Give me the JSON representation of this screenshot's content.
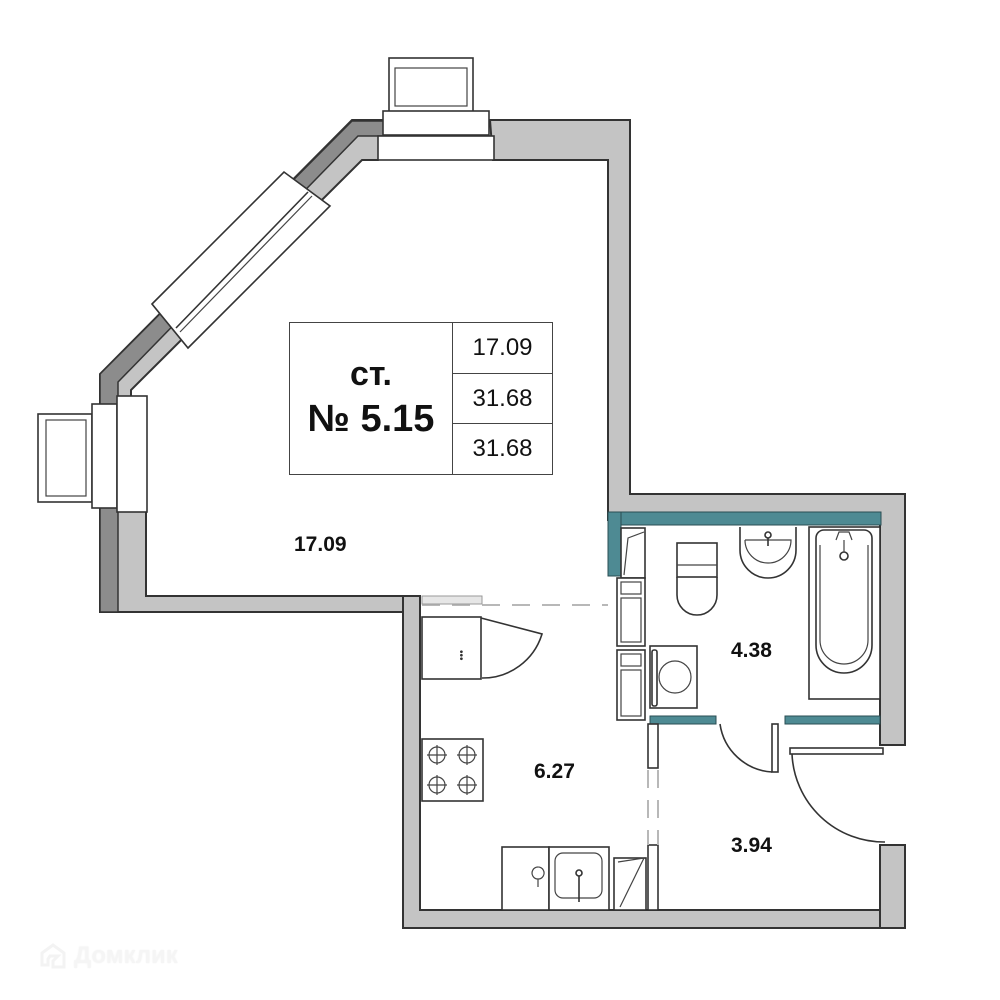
{
  "apartment": {
    "type_label": "ст.",
    "number_label": "№ 5.15",
    "areas_summary": [
      "17.09",
      "31.68",
      "31.68"
    ]
  },
  "rooms": [
    {
      "name": "living-room",
      "area": "17.09"
    },
    {
      "name": "bathroom",
      "area": "4.38"
    },
    {
      "name": "kitchen",
      "area": "6.27"
    },
    {
      "name": "hallway",
      "area": "3.94"
    }
  ],
  "watermark": {
    "brand": "Домклик",
    "icon": "house-logo-icon"
  },
  "colors": {
    "wall": "#c4c4c4",
    "wall_exterior": "#8c8c8c",
    "bathroom_wall": "#4e8a93",
    "line": "#333333",
    "background": "#ffffff"
  }
}
